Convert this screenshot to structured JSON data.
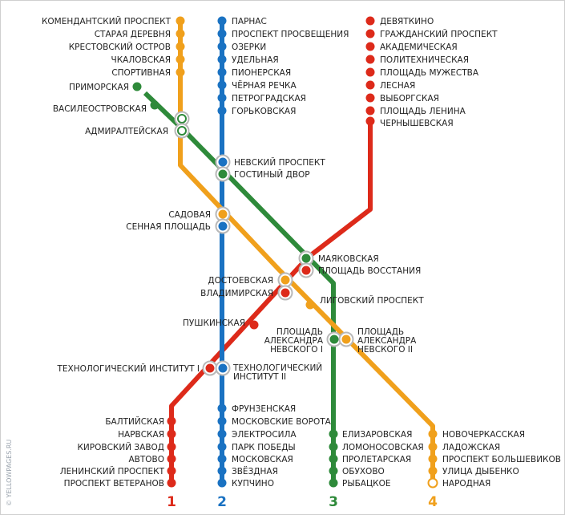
{
  "colors": {
    "line1": "#dd2a1a",
    "line2": "#1a72c2",
    "line3": "#2e8a3a",
    "line4": "#f0a01c",
    "transfer_ring": "#b8b8b8",
    "text": "#222222"
  },
  "watermark": "© YELLOWPAGES.RU",
  "line_numbers": [
    "1",
    "2",
    "3",
    "4"
  ],
  "lines": {
    "line1": {
      "number": "1",
      "stations": [
        "ДЕВЯТКИНО",
        "ГРАЖДАНСКИЙ ПРОСПЕКТ",
        "АКАДЕМИЧЕСКАЯ",
        "ПОЛИТЕХНИЧЕСКАЯ",
        "ПЛОЩАДЬ МУЖЕСТВА",
        "ЛЕСНАЯ",
        "ВЫБОРГСКАЯ",
        "ПЛОЩАДЬ ЛЕНИНА",
        "ЧЕРНЫШЕВСКАЯ",
        "ПЛОЩАДЬ ВОССТАНИЯ",
        "ВЛАДИМИРСКАЯ",
        "ПУШКИНСКАЯ",
        "ТЕХНОЛОГИЧЕСКИЙ ИНСТИТУТ I",
        "БАЛТИЙСКАЯ",
        "НАРВСКАЯ",
        "КИРОВСКИЙ ЗАВОД",
        "АВТОВО",
        "ЛЕНИНСКИЙ ПРОСПЕКТ",
        "ПРОСПЕКТ ВЕТЕРАНОВ"
      ]
    },
    "line2": {
      "number": "2",
      "stations": [
        "ПАРНАС",
        "ПРОСПЕКТ ПРОСВЕЩЕНИЯ",
        "ОЗЕРКИ",
        "УДЕЛЬНАЯ",
        "ПИОНЕРСКАЯ",
        "ЧЁРНАЯ РЕЧКА",
        "ПЕТРОГРАДСКАЯ",
        "ГОРЬКОВСКАЯ",
        "НЕВСКИЙ ПРОСПЕКТ",
        "СЕННАЯ ПЛОЩАДЬ",
        "ТЕХНОЛОГИЧЕСКИЙ ИНСТИТУТ II",
        "ФРУНЗЕНСКАЯ",
        "МОСКОВСКИЕ ВОРОТА",
        "ЭЛЕКТРОСИЛА",
        "ПАРК ПОБЕДЫ",
        "МОСКОВСКАЯ",
        "ЗВЁЗДНАЯ",
        "КУПЧИНО"
      ]
    },
    "line3": {
      "number": "3",
      "stations": [
        "ПРИМОРСКАЯ",
        "ВАСИЛЕОСТРОВСКАЯ",
        "ГОСТИНЫЙ ДВОР",
        "МАЯКОВСКАЯ",
        "ПЛОЩАДЬ АЛЕКСАНДРА НЕВСКОГО I",
        "ЕЛИЗАРОВСКАЯ",
        "ЛОМОНОСОВСКАЯ",
        "ПРОЛЕТАРСКАЯ",
        "ОБУХОВО",
        "РЫБАЦКОЕ"
      ]
    },
    "line4": {
      "number": "4",
      "stations": [
        "КОМЕНДАНТСКИЙ ПРОСПЕКТ",
        "СТАРАЯ ДЕРЕВНЯ",
        "КРЕСТОВСКИЙ ОСТРОВ",
        "ЧКАЛОВСКАЯ",
        "СПОРТИВНАЯ",
        "АДМИРАЛТЕЙСКАЯ",
        "САДОВАЯ",
        "ДОСТОЕВСКАЯ",
        "ЛИГОВСКИЙ ПРОСПЕКТ",
        "ПЛОЩАДЬ АЛЕКСАНДРА НЕВСКОГО II",
        "НОВОЧЕРКАССКАЯ",
        "ЛАДОЖСКАЯ",
        "ПРОСПЕКТ БОЛЬШЕВИКОВ",
        "УЛИЦА ДЫБЕНКО",
        "НАРОДНАЯ"
      ]
    }
  },
  "labels": {
    "l4_0": "КОМЕНДАНТСКИЙ ПРОСПЕКТ",
    "l4_1": "СТАРАЯ ДЕРЕВНЯ",
    "l4_2": "КРЕСТОВСКИЙ ОСТРОВ",
    "l4_3": "ЧКАЛОВСКАЯ",
    "l4_4": "СПОРТИВНАЯ",
    "l2_0": "ПАРНАС",
    "l2_1": "ПРОСПЕКТ ПРОСВЕЩЕНИЯ",
    "l2_2": "ОЗЕРКИ",
    "l2_3": "УДЕЛЬНАЯ",
    "l2_4": "ПИОНЕРСКАЯ",
    "l2_5": "ЧЁРНАЯ РЕЧКА",
    "l2_6": "ПЕТРОГРАДСКАЯ",
    "l2_7": "ГОРЬКОВСКАЯ",
    "l1_0": "ДЕВЯТКИНО",
    "l1_1": "ГРАЖДАНСКИЙ ПРОСПЕКТ",
    "l1_2": "АКАДЕМИЧЕСКАЯ",
    "l1_3": "ПОЛИТЕХНИЧЕСКАЯ",
    "l1_4": "ПЛОЩАДЬ МУЖЕСТВА",
    "l1_5": "ЛЕСНАЯ",
    "l1_6": "ВЫБОРГСКАЯ",
    "l1_7": "ПЛОЩАДЬ ЛЕНИНА",
    "l1_8": "ЧЕРНЫШЕВСКАЯ",
    "primorskaya": "ПРИМОРСКАЯ",
    "vasileostrovskaya": "ВАСИЛЕОСТРОВСКАЯ",
    "admiralteyskaya": "АДМИРАЛТЕЙСКАЯ",
    "nevsky": "НЕВСКИЙ ПРОСПЕКТ",
    "gostiny": "ГОСТИНЫЙ ДВОР",
    "sadovaya": "САДОВАЯ",
    "sennaya": "СЕННАЯ ПЛОЩАДЬ",
    "mayakovskaya": "МАЯКОВСКАЯ",
    "vosstaniya": "ПЛОЩАДЬ ВОССТАНИЯ",
    "dostoevskaya": "ДОСТОЕВСКАЯ",
    "vladimirskaya": "ВЛАДИМИРСКАЯ",
    "ligovsky": "ЛИГОВСКИЙ ПРОСПЕКТ",
    "pushkinskaya": "ПУШКИНСКАЯ",
    "nevskogo1_a": "ПЛОЩАДЬ",
    "nevskogo1_b": "АЛЕКСАНДРА",
    "nevskogo1_c": "НЕВСКОГО I",
    "nevskogo2_a": "ПЛОЩАДЬ",
    "nevskogo2_b": "АЛЕКСАНДРА",
    "nevskogo2_c": "НЕВСКОГО II",
    "tech1": "ТЕХНОЛОГИЧЕСКИЙ ИНСТИТУТ I",
    "tech2_a": "ТЕХНОЛОГИЧЕСКИЙ",
    "tech2_b": "ИНСТИТУТ II",
    "l1s_0": "БАЛТИЙСКАЯ",
    "l1s_1": "НАРВСКАЯ",
    "l1s_2": "КИРОВСКИЙ ЗАВОД",
    "l1s_3": "АВТОВО",
    "l1s_4": "ЛЕНИНСКИЙ ПРОСПЕКТ",
    "l1s_5": "ПРОСПЕКТ ВЕТЕРАНОВ",
    "l2s_0": "ФРУНЗЕНСКАЯ",
    "l2s_1": "МОСКОВСКИЕ ВОРОТА",
    "l2s_2": "ЭЛЕКТРОСИЛА",
    "l2s_3": "ПАРК ПОБЕДЫ",
    "l2s_4": "МОСКОВСКАЯ",
    "l2s_5": "ЗВЁЗДНАЯ",
    "l2s_6": "КУПЧИНО",
    "l3s_0": "ЕЛИЗАРОВСКАЯ",
    "l3s_1": "ЛОМОНОСОВСКАЯ",
    "l3s_2": "ПРОЛЕТАРСКАЯ",
    "l3s_3": "ОБУХОВО",
    "l3s_4": "РЫБАЦКОЕ",
    "l4s_0": "НОВОЧЕРКАССКАЯ",
    "l4s_1": "ЛАДОЖСКАЯ",
    "l4s_2": "ПРОСПЕКТ БОЛЬШЕВИКОВ",
    "l4s_3": "УЛИЦА ДЫБЕНКО",
    "l4s_4": "НАРОДНАЯ"
  }
}
